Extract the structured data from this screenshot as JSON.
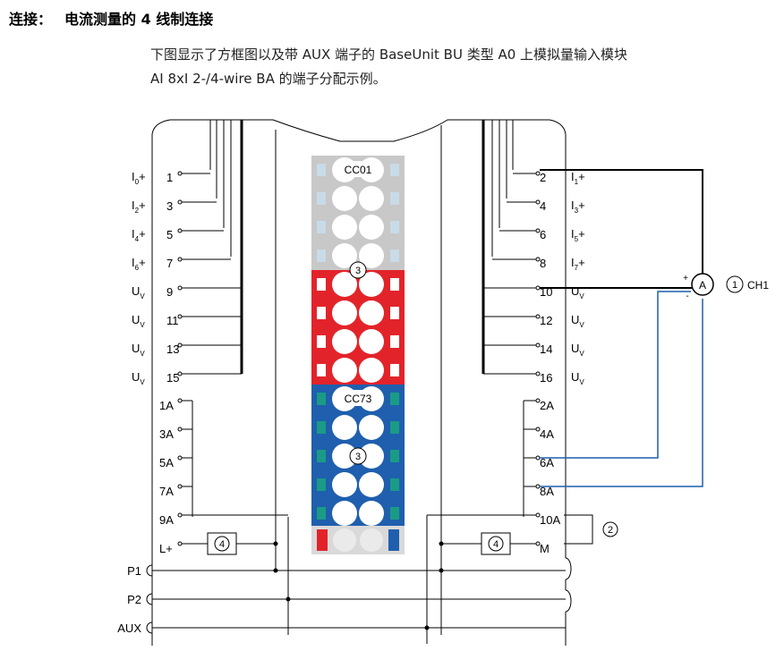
{
  "heading": {
    "label": "连接：",
    "title": "电流测量的 4 线制连接"
  },
  "description": {
    "line1": "下图显示了方框图以及带 AUX 端子的 BaseUnit BU 类型 A0 上模拟量输入模块",
    "line2": "AI 8xI 2-/4-wire BA 的端子分配示例。"
  },
  "module": {
    "left_pins": [
      {
        "num": "1",
        "label": "I0+",
        "main": "I",
        "sub": "0",
        "suffix": "+"
      },
      {
        "num": "3",
        "label": "I2+",
        "main": "I",
        "sub": "2",
        "suffix": "+"
      },
      {
        "num": "5",
        "label": "I4+",
        "main": "I",
        "sub": "4",
        "suffix": "+"
      },
      {
        "num": "7",
        "label": "I6+",
        "main": "I",
        "sub": "6",
        "suffix": "+"
      },
      {
        "num": "9",
        "label": "UV",
        "main": "U",
        "sub": "V",
        "suffix": ""
      },
      {
        "num": "11",
        "label": "UV",
        "main": "U",
        "sub": "V",
        "suffix": ""
      },
      {
        "num": "13",
        "label": "UV",
        "main": "U",
        "sub": "V",
        "suffix": ""
      },
      {
        "num": "15",
        "label": "UV",
        "main": "U",
        "sub": "V",
        "suffix": ""
      }
    ],
    "right_pins": [
      {
        "num": "2",
        "label": "I1+",
        "main": "I",
        "sub": "1",
        "suffix": "+"
      },
      {
        "num": "4",
        "label": "I3+",
        "main": "I",
        "sub": "3",
        "suffix": "+"
      },
      {
        "num": "6",
        "label": "I5+",
        "main": "I",
        "sub": "5",
        "suffix": "+"
      },
      {
        "num": "8",
        "label": "I7+",
        "main": "I",
        "sub": "7",
        "suffix": "+"
      },
      {
        "num": "10",
        "label": "UV",
        "main": "U",
        "sub": "V",
        "suffix": ""
      },
      {
        "num": "12",
        "label": "UV",
        "main": "U",
        "sub": "V",
        "suffix": ""
      },
      {
        "num": "14",
        "label": "UV",
        "main": "U",
        "sub": "V",
        "suffix": ""
      },
      {
        "num": "16",
        "label": "UV",
        "main": "U",
        "sub": "V",
        "suffix": ""
      }
    ],
    "left_aux_pins": [
      "1A",
      "3A",
      "5A",
      "7A",
      "9A",
      "L+"
    ],
    "right_aux_pins": [
      "2A",
      "4A",
      "6A",
      "8A",
      "10A",
      "M"
    ],
    "bus_labels": [
      "P1",
      "P2",
      "AUX"
    ],
    "coding_labels": [
      "CC01",
      "CC73"
    ],
    "callouts": {
      "c1": "1",
      "c2": "2",
      "c3": "3",
      "c4": "4"
    },
    "channel_label": "CH1",
    "ammeter_label": "A",
    "plus_sign": "+",
    "minus_sign": "-"
  },
  "colors": {
    "cc01": "#c8c8c8",
    "red_block": "#e2242a",
    "blue_block": "#1f5fae",
    "teal": "#1a9b86",
    "blue_wire": "#1f5fae",
    "line": "#000000"
  }
}
